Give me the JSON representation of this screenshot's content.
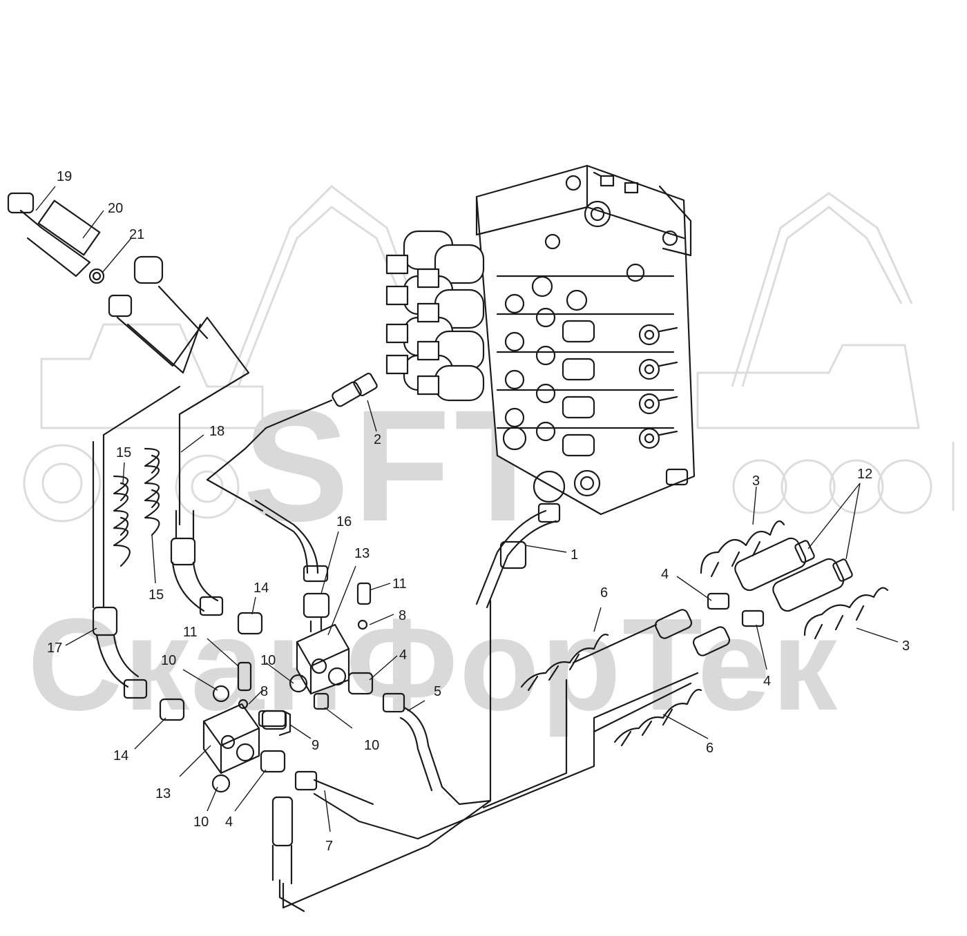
{
  "watermark": {
    "brand": "SFT",
    "name": "СканФорТек",
    "color": "#d9d9d9"
  },
  "line_color": "#1a1a1a",
  "callouts": [
    {
      "id": "c19",
      "number": "19"
    },
    {
      "id": "c20",
      "number": "20"
    },
    {
      "id": "c21",
      "number": "21"
    },
    {
      "id": "c18",
      "number": "18"
    },
    {
      "id": "c15a",
      "number": "15"
    },
    {
      "id": "c15b",
      "number": "15"
    },
    {
      "id": "c2",
      "number": "2"
    },
    {
      "id": "c1",
      "number": "1"
    },
    {
      "id": "c16",
      "number": "16"
    },
    {
      "id": "c13a",
      "number": "13"
    },
    {
      "id": "c11a",
      "number": "11"
    },
    {
      "id": "c8a",
      "number": "8"
    },
    {
      "id": "c14a",
      "number": "14"
    },
    {
      "id": "c17",
      "number": "17"
    },
    {
      "id": "c11b",
      "number": "11"
    },
    {
      "id": "c10a",
      "number": "10"
    },
    {
      "id": "c10b",
      "number": "10"
    },
    {
      "id": "c8b",
      "number": "8"
    },
    {
      "id": "c4a",
      "number": "4"
    },
    {
      "id": "c5",
      "number": "5"
    },
    {
      "id": "c9",
      "number": "9"
    },
    {
      "id": "c10c",
      "number": "10"
    },
    {
      "id": "c14b",
      "number": "14"
    },
    {
      "id": "c13b",
      "number": "13"
    },
    {
      "id": "c10d",
      "number": "10"
    },
    {
      "id": "c4b",
      "number": "4"
    },
    {
      "id": "c7",
      "number": "7"
    },
    {
      "id": "c6a",
      "number": "6"
    },
    {
      "id": "c6b",
      "number": "6"
    },
    {
      "id": "c4c",
      "number": "4"
    },
    {
      "id": "c4d",
      "number": "4"
    },
    {
      "id": "c3a",
      "number": "3"
    },
    {
      "id": "c3b",
      "number": "3"
    },
    {
      "id": "c12",
      "number": "12"
    }
  ]
}
